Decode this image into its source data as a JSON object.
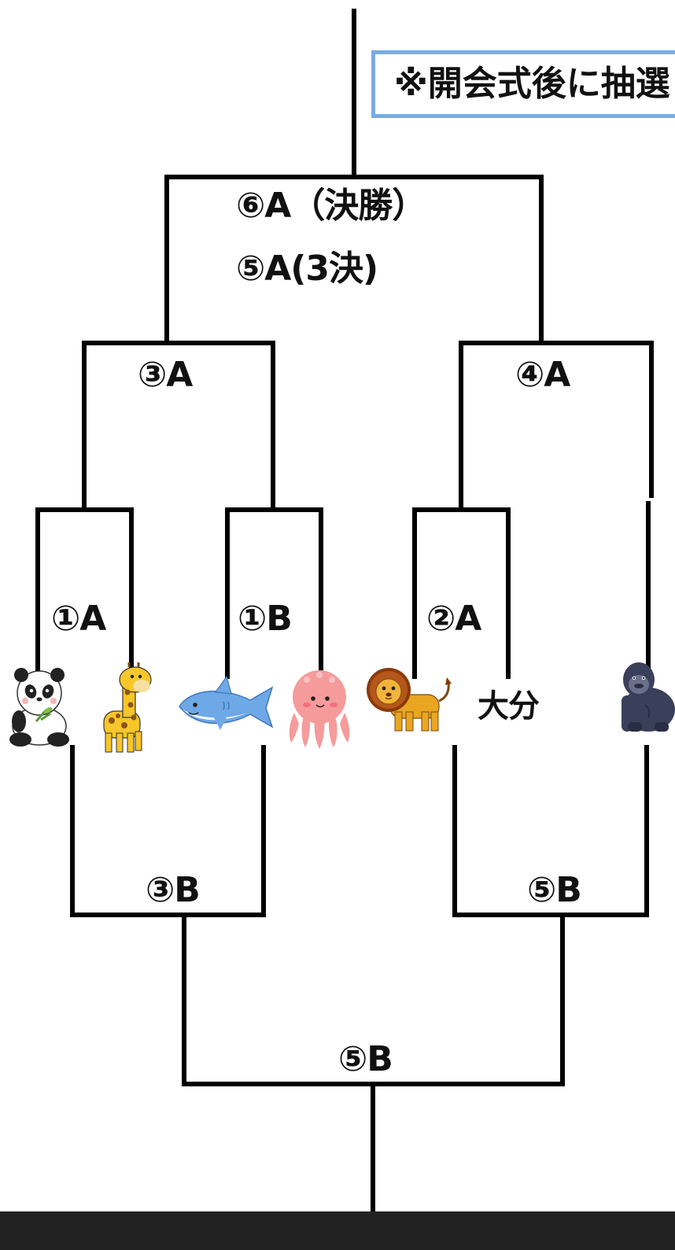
{
  "notice": "※開会式後に抽選",
  "matches": {
    "final_label": "⑥A（決勝）",
    "third_place_label": "⑤A(3決)",
    "m3a": "③A",
    "m4a": "④A",
    "m1a": "①A",
    "m1b": "①B",
    "m2a": "②A",
    "m3b": "③B",
    "m5b_right": "⑤B",
    "m5b_bottom": "⑤B"
  },
  "teams": [
    {
      "icon": "panda-icon"
    },
    {
      "icon": "giraffe-icon"
    },
    {
      "icon": "shark-icon"
    },
    {
      "icon": "octopus-icon"
    },
    {
      "icon": "lion-icon"
    },
    {
      "label": "大分"
    },
    {
      "icon": "gorilla-icon"
    }
  ],
  "colors": {
    "line": "#000000",
    "notice_border": "#7aace0",
    "bottom_bar": "#222222"
  }
}
